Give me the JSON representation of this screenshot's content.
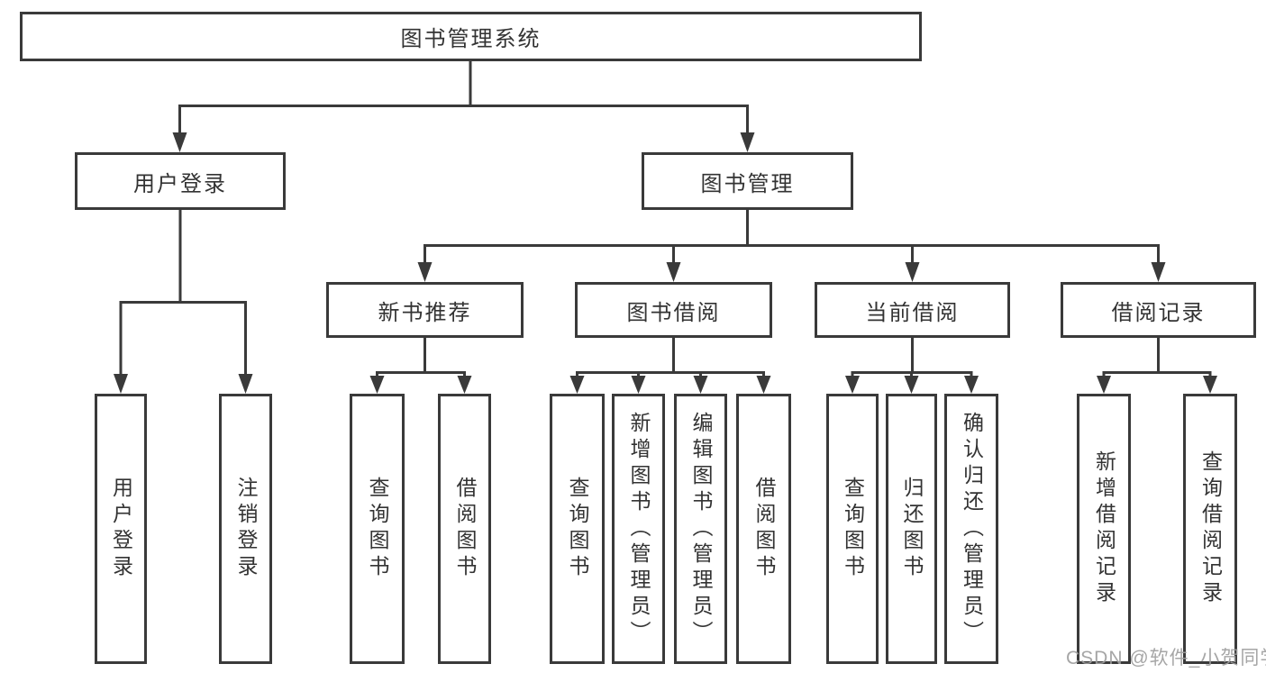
{
  "diagram": {
    "root": {
      "label": "图书管理系统"
    },
    "branches": [
      {
        "label": "用户登录",
        "children": [
          "用户登录",
          "注销登录"
        ]
      },
      {
        "label": "图书管理",
        "sections": [
          {
            "label": "新书推荐",
            "children": [
              "查询图书",
              "借阅图书"
            ]
          },
          {
            "label": "图书借阅",
            "children": [
              "查询图书",
              "新增图书（管理员）",
              "编辑图书（管理员）",
              "借阅图书"
            ]
          },
          {
            "label": "当前借阅",
            "children": [
              "查询图书",
              "归还图书",
              "确认归还（管理员）"
            ]
          },
          {
            "label": "借阅记录",
            "children": [
              "新增借阅记录",
              "查询借阅记录"
            ]
          }
        ]
      }
    ]
  },
  "watermark": "CSDN @软件_小贺同学",
  "colors": {
    "line": "#3a3a3a",
    "text": "#333333",
    "watermark": "#9e9e9e",
    "background": "#ffffff"
  }
}
